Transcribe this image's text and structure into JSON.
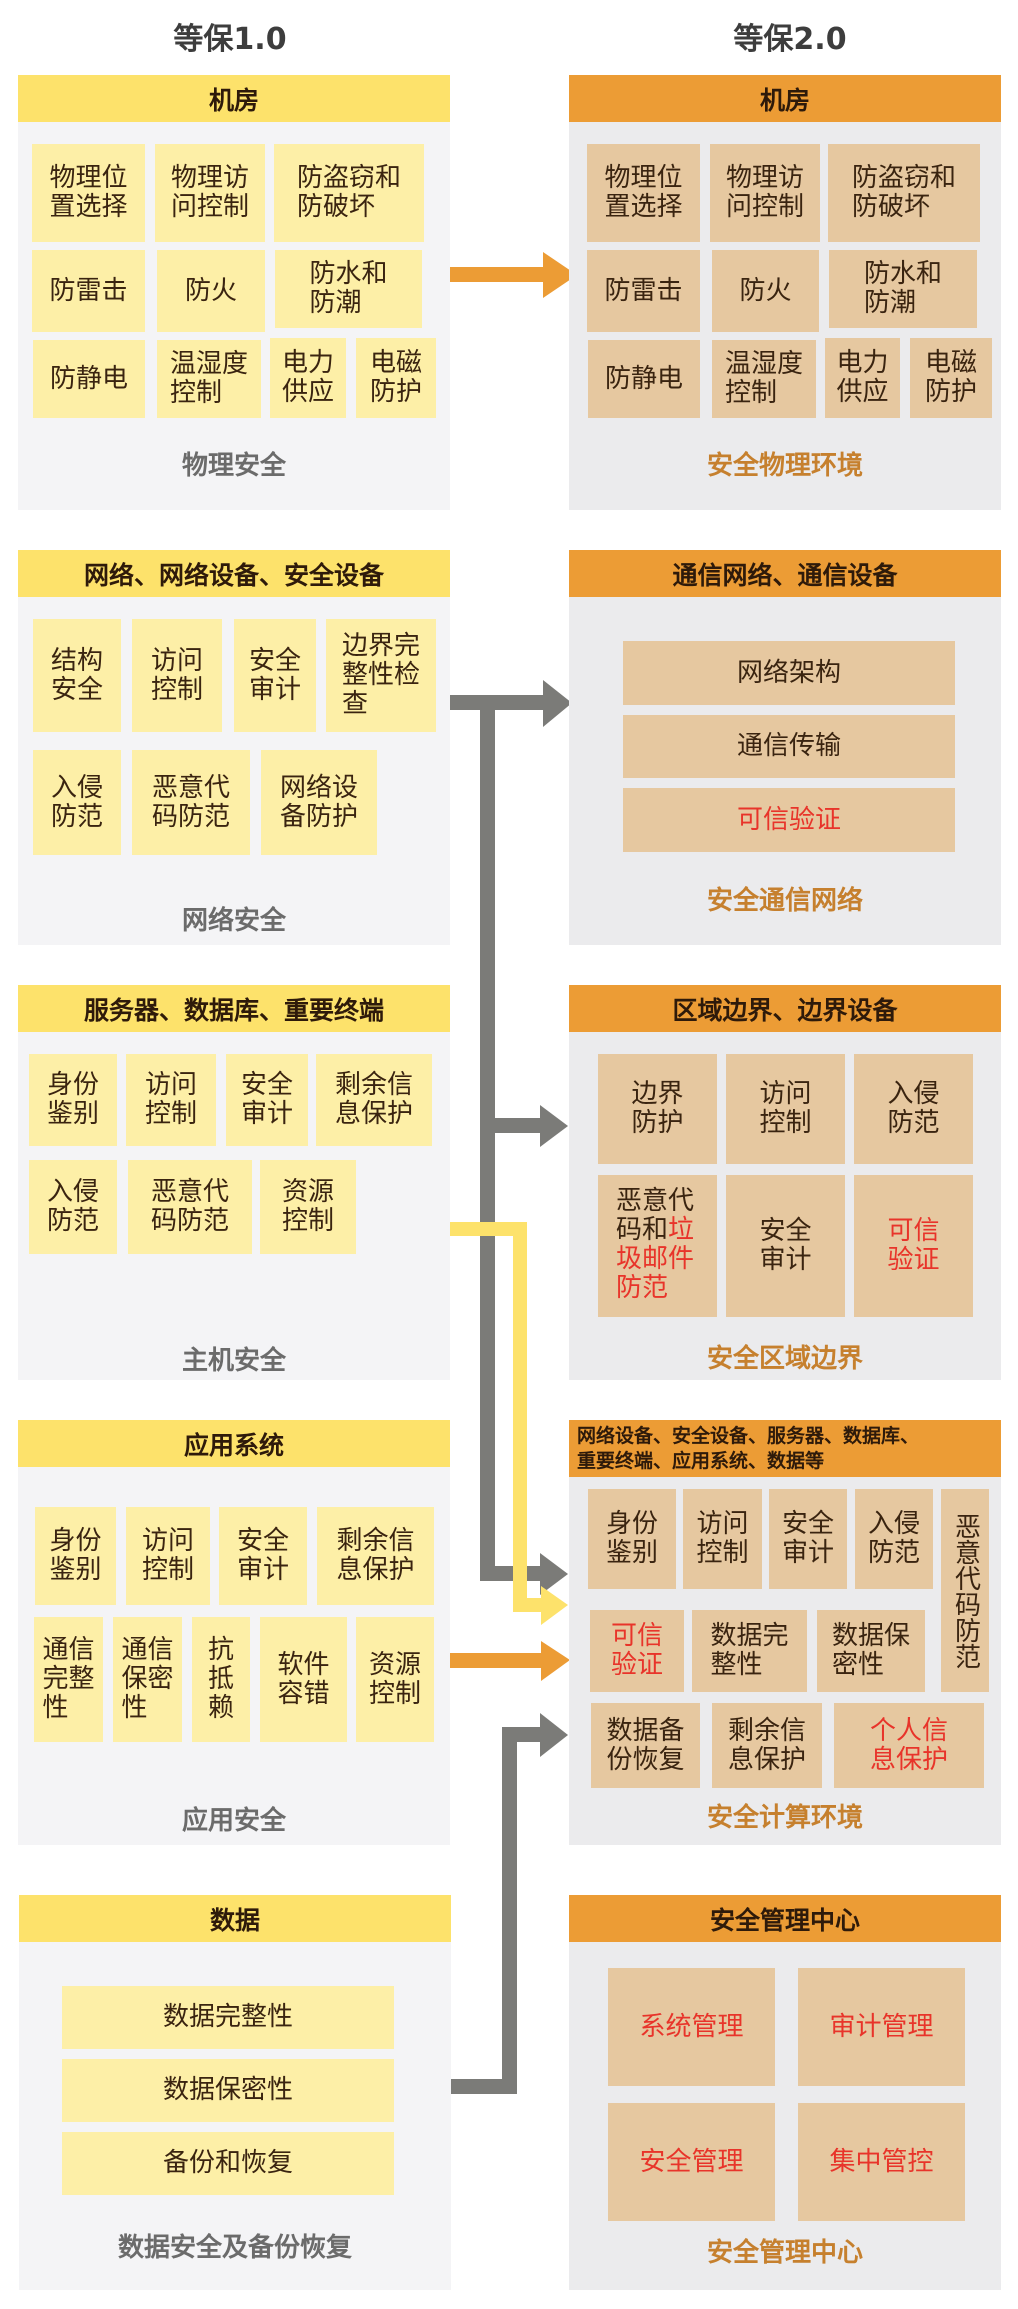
{
  "columns": {
    "left_title": "等保1.0",
    "right_title": "等保2.0"
  },
  "colors": {
    "left_header": "#fde26b",
    "right_header": "#ec9c35",
    "left_cell": "#fdefa7",
    "right_cell": "#e6c8a0",
    "new_item_red": "#e8342a",
    "arrow_gray": "#7b7b78",
    "arrow_orange": "#ec9c35",
    "arrow_yellow": "#fde26b"
  },
  "left": [
    {
      "header": "机房",
      "footer": "物理安全",
      "items": [
        "物理位\n置选择",
        "物理访\n问控制",
        "防盗窃和\n防破坏",
        "防雷击",
        "防火",
        "防水和\n防潮",
        "防静电",
        "温湿度\n控制",
        "电力\n供应",
        "电磁\n防护"
      ]
    },
    {
      "header": "网络、网络设备、安全设备",
      "footer": "网络安全",
      "items": [
        "结构\n安全",
        "访问\n控制",
        "安全\n审计",
        "边界完\n整性检\n查",
        "入侵\n防范",
        "恶意代\n码防范",
        "网络设\n备防护"
      ]
    },
    {
      "header": "服务器、数据库、重要终端",
      "footer": "主机安全",
      "items": [
        "身份\n鉴别",
        "访问\n控制",
        "安全\n审计",
        "剩余信\n息保护",
        "入侵\n防范",
        "恶意代\n码防范",
        "资源\n控制"
      ]
    },
    {
      "header": "应用系统",
      "footer": "应用安全",
      "items": [
        "身份\n鉴别",
        "访问\n控制",
        "安全\n审计",
        "剩余信\n息保护",
        "通信\n完整\n性",
        "通信\n保密\n性",
        "抗\n抵\n赖",
        "软件\n容错",
        "资源\n控制"
      ]
    },
    {
      "header": "数据",
      "footer": "数据安全及备份恢复",
      "items": [
        "数据完整性",
        "数据保密性",
        "备份和恢复"
      ]
    }
  ],
  "right": [
    {
      "header": "机房",
      "footer": "安全物理环境",
      "items": [
        "物理位\n置选择",
        "物理访\n问控制",
        "防盗窃和\n防破坏",
        "防雷击",
        "防火",
        "防水和\n防潮",
        "防静电",
        "温湿度\n控制",
        "电力\n供应",
        "电磁\n防护"
      ]
    },
    {
      "header": "通信网络、通信设备",
      "footer": "安全通信网络",
      "items": [
        "网络架构",
        "通信传输",
        "可信验证"
      ],
      "new_items": [
        "可信验证"
      ]
    },
    {
      "header": "区域边界、边界设备",
      "footer": "安全区域边界",
      "items": [
        "边界\n防护",
        "访问\n控制",
        "入侵\n防范",
        "恶意代\n码和",
        "垃\n圾邮件\n防范",
        "安全\n审计",
        "可信\n验证"
      ],
      "new_items": [
        "垃圾邮件防范",
        "可信验证"
      ]
    },
    {
      "header": "网络设备、安全设备、服务器、数据库、\n重要终端、应用系统、数据等",
      "footer": "安全计算环境",
      "items": [
        "身份\n鉴别",
        "访问\n控制",
        "安全\n审计",
        "入侵\n防范",
        "恶意代码防范",
        "可信\n验证",
        "数据完\n整性",
        "数据保\n密性",
        "数据备\n份恢复",
        "剩余信\n息保护",
        "个人信\n息保护"
      ],
      "new_items": [
        "可信验证",
        "个人信息保护"
      ]
    },
    {
      "header": "安全管理中心",
      "footer": "安全管理中心",
      "items": [
        "系统管理",
        "审计管理",
        "安全管理",
        "集中管控"
      ],
      "new_items": [
        "系统管理",
        "审计管理",
        "安全管理",
        "集中管控"
      ]
    }
  ]
}
